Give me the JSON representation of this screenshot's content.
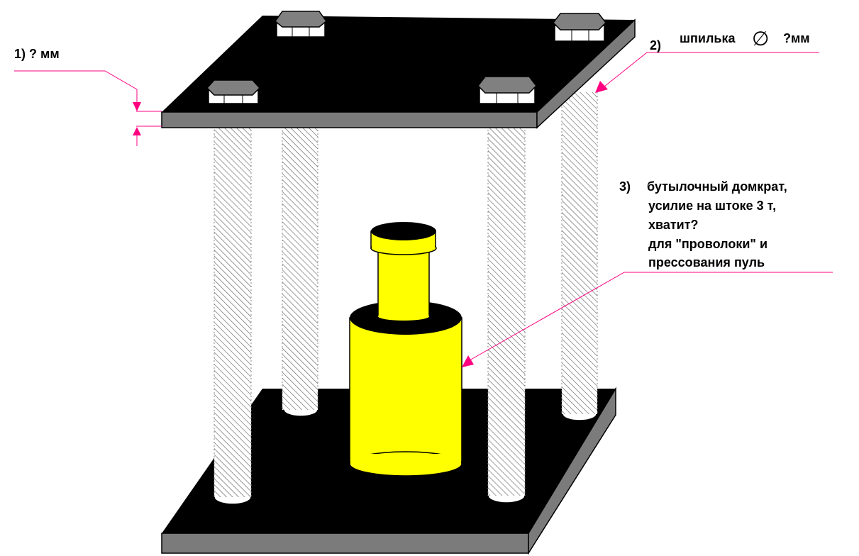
{
  "annotations": {
    "top_plate_thickness": {
      "number": "1)",
      "text": "? мм"
    },
    "stud": {
      "number": "2)",
      "prefix": "шпилька",
      "symbol": "∅",
      "suffix": "?мм"
    },
    "jack": {
      "number": "3)",
      "lines": [
        "бутылочный домкрат,",
        "усилие на штоке 3 т,",
        "хватит?",
        "для \"проволоки\" и",
        "прессования пуль"
      ]
    }
  },
  "colors": {
    "plate": "#000000",
    "plate_edge": "#7b7b7b",
    "jack_body": "#ffff00",
    "leader_line": "#ff0080",
    "thread": "#5a5a5a",
    "nut_top": "#808080"
  }
}
